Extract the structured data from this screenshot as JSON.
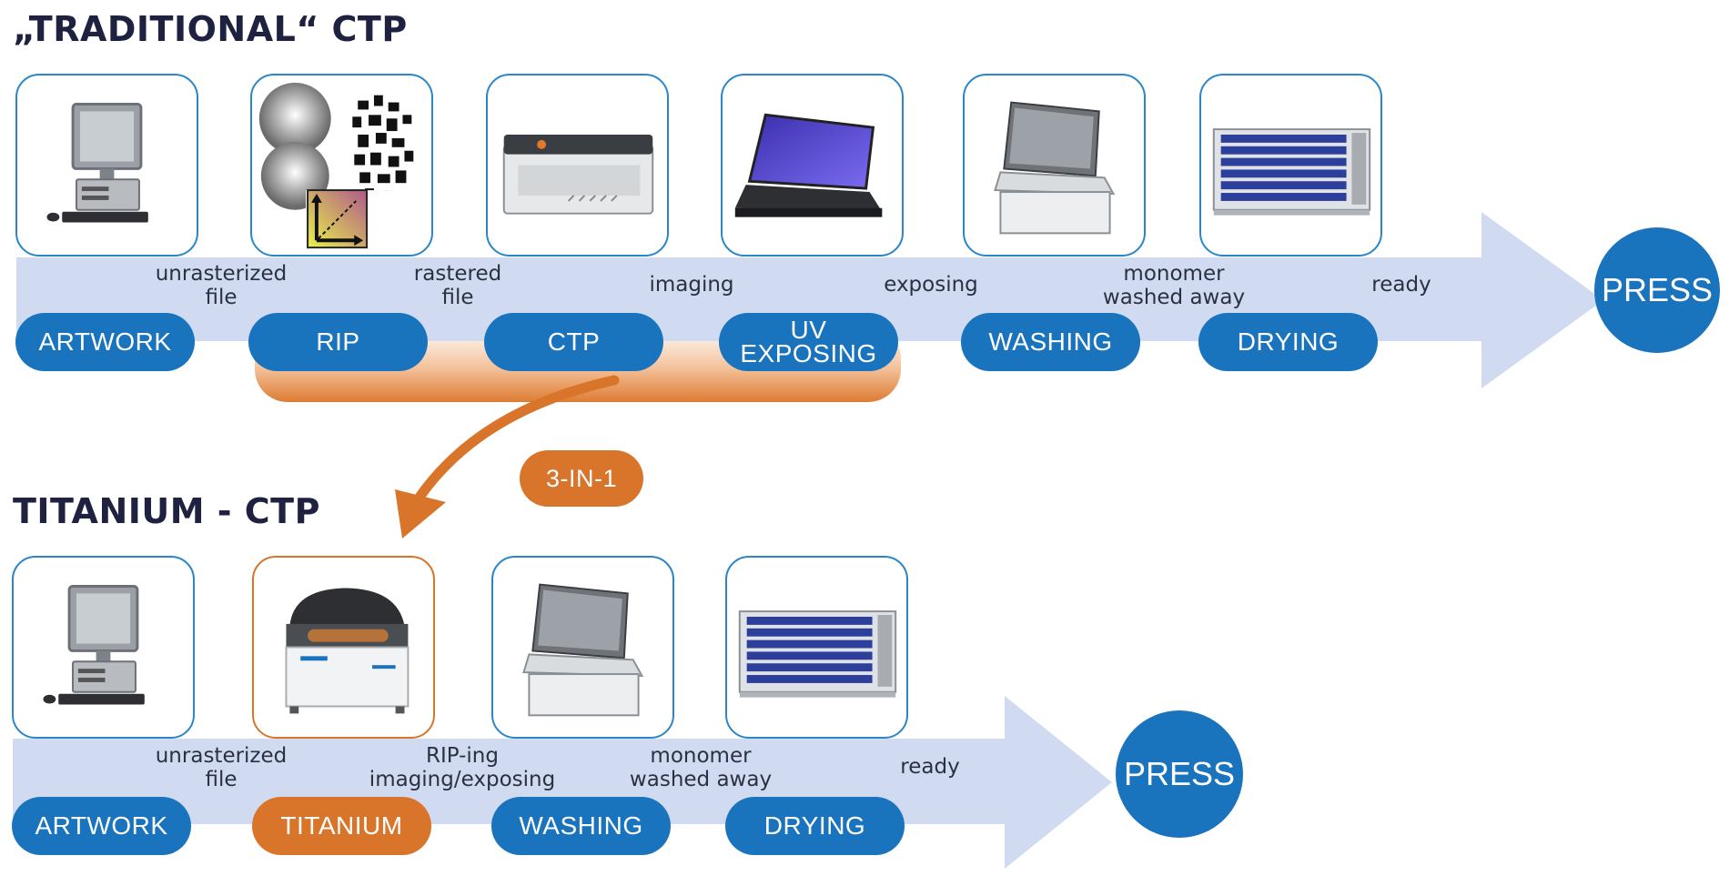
{
  "traditional": {
    "title": "„TRADITIONAL“ CTP",
    "steps": [
      "ARTWORK",
      "RIP",
      "CTP",
      "UV EXPOSING",
      "WASHING",
      "DRYING"
    ],
    "labels": [
      "unrasterized\nfile",
      "rastered\nfile",
      "imaging",
      "exposing",
      "monomer\nwashed away",
      "ready"
    ],
    "press": "PRESS"
  },
  "titanium": {
    "title": "TITANIUM - CTP",
    "steps": [
      "ARTWORK",
      "TITANIUM",
      "WASHING",
      "DRYING"
    ],
    "labels": [
      "unrasterized\nfile",
      "RIP-ing\nimaging/exposing",
      "monomer\nwashed away",
      "ready"
    ],
    "press": "PRESS"
  },
  "badge": "3-IN-1",
  "icons": {
    "traditional": [
      "desktop-computer-icon",
      "rip-raster-icon",
      "ctp-platesetter-icon",
      "uv-exposure-unit-icon",
      "washer-unit-icon",
      "dryer-unit-icon"
    ],
    "titanium": [
      "desktop-computer-icon",
      "titanium-machine-icon",
      "washer-unit-icon",
      "dryer-unit-icon"
    ]
  },
  "colors": {
    "blue": "#1973bd",
    "band": "#d0dbf2",
    "orange": "#d9752a",
    "frame": "#2a86c8",
    "title": "#1f2140"
  }
}
